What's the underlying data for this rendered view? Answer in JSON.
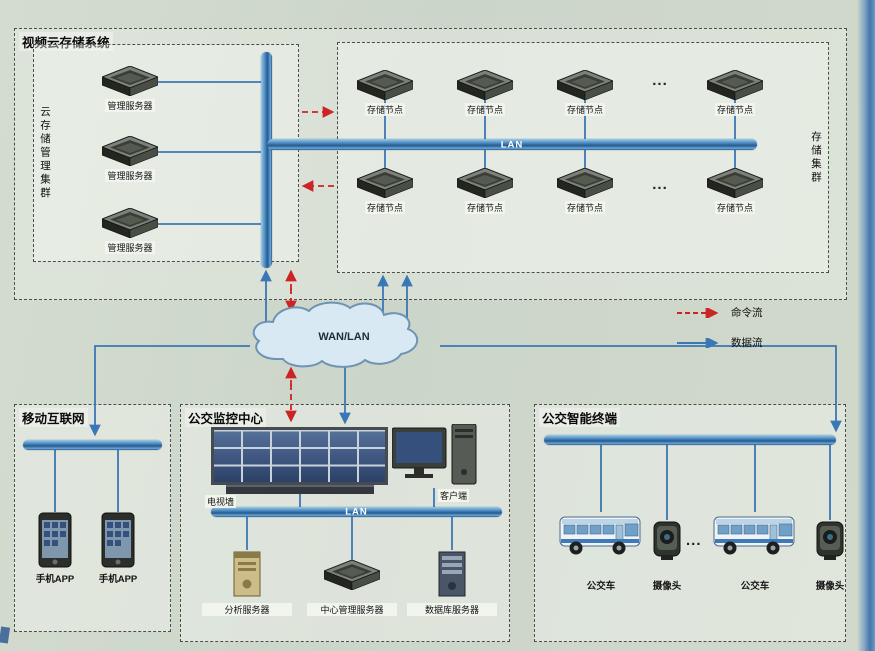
{
  "cloud_system": {
    "title": "视频云存储系统",
    "mgmt": {
      "side_label": "云存储管理集群",
      "servers": [
        {
          "label": "管理服务器"
        },
        {
          "label": "管理服务器"
        },
        {
          "label": "管理服务器"
        }
      ]
    },
    "storage": {
      "side_label": "存储集群",
      "lan_label": "LAN",
      "ellipsis": "...",
      "top_nodes": [
        {
          "label": "存储节点"
        },
        {
          "label": "存储节点"
        },
        {
          "label": "存储节点"
        },
        {
          "label": "存储节点"
        }
      ],
      "bottom_nodes": [
        {
          "label": "存储节点"
        },
        {
          "label": "存储节点"
        },
        {
          "label": "存储节点"
        },
        {
          "label": "存储节点"
        }
      ]
    }
  },
  "cloud": {
    "label": "WAN/LAN"
  },
  "legend": {
    "command_label": "命令流",
    "data_label": "数据流"
  },
  "mobile": {
    "title": "移动互联网",
    "phones": [
      {
        "label": "手机APP"
      },
      {
        "label": "手机APP"
      }
    ]
  },
  "center": {
    "title": "公交监控中心",
    "tv_wall_label": "电视墙",
    "client_label": "客户端",
    "lan_label": "LAN",
    "servers": [
      {
        "label": "分析服务器"
      },
      {
        "label": "中心管理服务器"
      },
      {
        "label": "数据库服务器"
      }
    ]
  },
  "terminal": {
    "title": "公交智能终端",
    "ellipsis": "...",
    "items": [
      {
        "label": "公交车"
      },
      {
        "label": "摄像头"
      },
      {
        "label": "公交车"
      },
      {
        "label": "摄像头"
      }
    ]
  },
  "colors": {
    "bus_bar": "#2f6ca8",
    "data_line": "#3a77b5",
    "command_line": "#cc2424",
    "background": "#ccd5c9"
  }
}
